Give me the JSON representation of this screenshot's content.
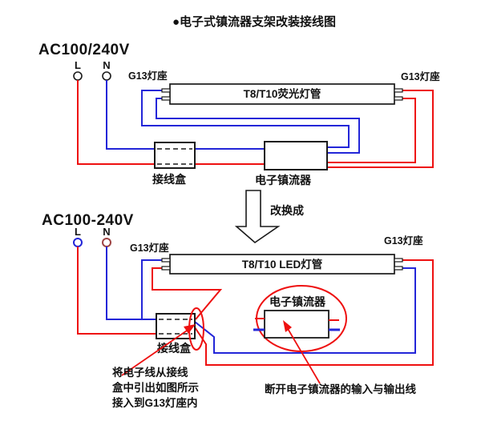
{
  "title": "●电子式镇流器支架改装接线图",
  "colors": {
    "live": "#ee1010",
    "neutral": "#2326d8",
    "terminal_l_bottom": "#2326d8",
    "terminal_n_bottom": "#9e4343",
    "highlight": "#ee1010",
    "outline": "#1a1a1a"
  },
  "top_diagram": {
    "power_label": "AC100/240V",
    "line_label": "L",
    "neutral_label": "N",
    "socket_left_label": "G13灯座",
    "socket_right_label": "G13灯座",
    "tube_label": "T8/T10荧光灯管",
    "junction_box_label": "接线盒",
    "ballast_label": "电子镇流器"
  },
  "transition": {
    "arrow_label": "改换成"
  },
  "bottom_diagram": {
    "power_label": "AC100-240V",
    "line_label": "L",
    "neutral_label": "N",
    "socket_left_label": "G13灯座",
    "socket_right_label": "G13灯座",
    "tube_label": "T8/T10 LED灯管",
    "junction_box_label": "接线盒",
    "ballast_label": "电子镇流器",
    "note_left_lines": [
      "将电子线从接线",
      "盒中引出如图所示",
      "接入到G13灯座内"
    ],
    "note_right": "断开电子镇流器的输入与输出线"
  }
}
